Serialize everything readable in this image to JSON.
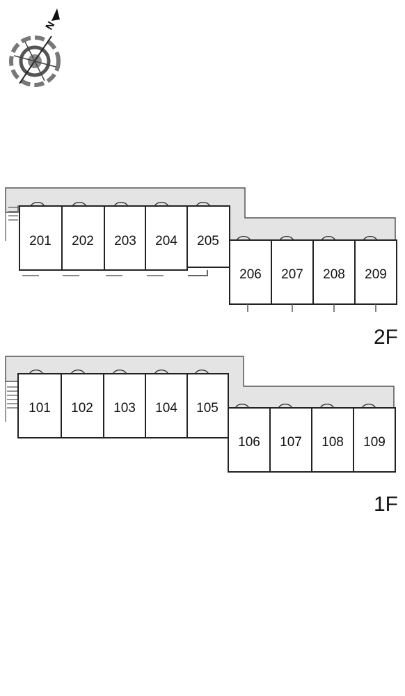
{
  "compass": {
    "north_letter": "N"
  },
  "floors": [
    {
      "label": "2F",
      "units": [
        "201",
        "202",
        "203",
        "204",
        "205",
        "206",
        "207",
        "208",
        "209"
      ]
    },
    {
      "label": "1F",
      "units": [
        "101",
        "102",
        "103",
        "104",
        "105",
        "106",
        "107",
        "108",
        "109"
      ]
    }
  ],
  "colors": {
    "corridor": "#e4e4e4",
    "line": "#222222"
  }
}
